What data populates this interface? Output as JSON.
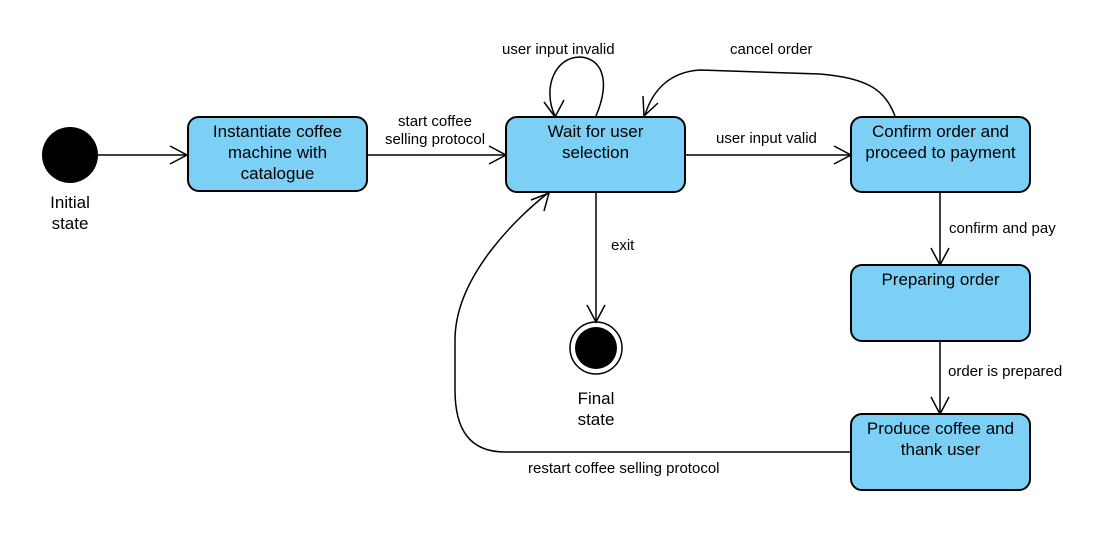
{
  "colors": {
    "state_fill": "#7ccff5",
    "stroke": "#000000",
    "background": "#ffffff"
  },
  "initial_state": {
    "label_line1": "Initial",
    "label_line2": "state"
  },
  "final_state": {
    "label_line1": "Final",
    "label_line2": "state"
  },
  "states": {
    "instantiate": {
      "line1": "Instantiate coffee",
      "line2": "machine with",
      "line3": "catalogue"
    },
    "wait": {
      "line1": "Wait for user",
      "line2": "selection"
    },
    "confirm": {
      "line1": "Confirm order and",
      "line2": "proceed to payment"
    },
    "preparing": {
      "line1": "Preparing order"
    },
    "produce": {
      "line1": "Produce coffee and",
      "line2": "thank user"
    }
  },
  "transitions": {
    "start_line1": "start coffee",
    "start_line2": "selling protocol",
    "invalid": "user input invalid",
    "cancel": "cancel order",
    "valid": "user input valid",
    "exit": "exit",
    "confirm_pay": "confirm and pay",
    "prepared": "order is prepared",
    "restart": "restart coffee selling protocol"
  }
}
